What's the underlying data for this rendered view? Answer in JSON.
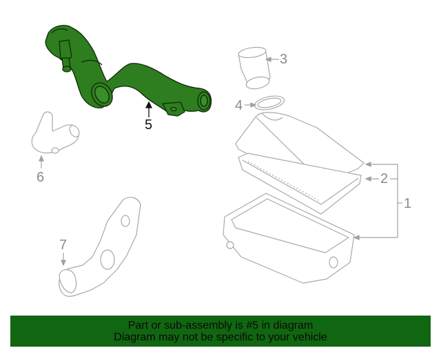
{
  "diagram": {
    "highlight_color": "#2e7d1e",
    "outline_color": "#a8a8a8",
    "callouts": [
      {
        "id": "1",
        "label": "1"
      },
      {
        "id": "2",
        "label": "2"
      },
      {
        "id": "3",
        "label": "3"
      },
      {
        "id": "4",
        "label": "4"
      },
      {
        "id": "5",
        "label": "5",
        "highlighted": true
      },
      {
        "id": "6",
        "label": "6"
      },
      {
        "id": "7",
        "label": "7"
      }
    ]
  },
  "banner": {
    "background": "#116611",
    "line1": "Part or sub-assembly is #5 in diagram",
    "line2": "Diagram may not be specific to your vehicle"
  }
}
